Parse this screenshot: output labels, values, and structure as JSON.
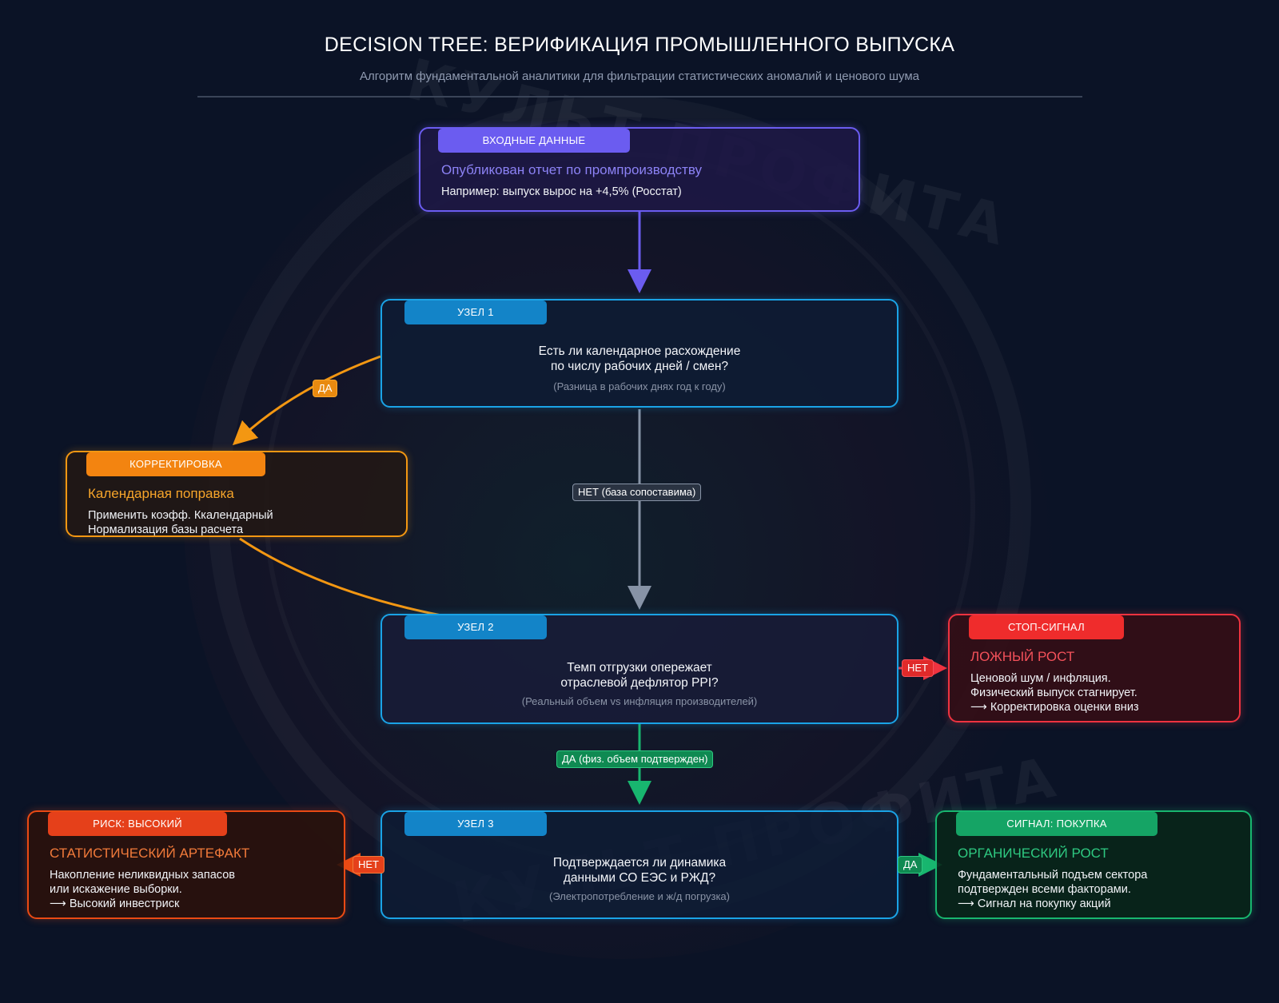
{
  "header": {
    "title": "DECISION TREE: ВЕРИФИКАЦИЯ ПРОМЫШЛЕННОГО ВЫПУСКА",
    "subtitle": "Алгоритм фундаментальной аналитики для фильтрации статистических аномалий и ценового шума"
  },
  "watermark": {
    "top_text": "КУЛЬТ ПРОФИТА",
    "bottom_text": "КУЛЬТ ПРОФИТА"
  },
  "nodes": {
    "input": {
      "tag": "ВХОДНЫЕ ДАННЫЕ",
      "heading": "Опубликован отчет по промпроизводству",
      "description": "Например: выпуск вырос на +4,5% (Росстат)"
    },
    "node1": {
      "tag": "УЗЕЛ 1",
      "question": "Есть ли календарное расхождение\nпо числу рабочих дней / смен?",
      "note": "(Разница в рабочих днях год к году)"
    },
    "adjust": {
      "tag": "КОРРЕКТИРОВКА",
      "heading": "Календарная поправка",
      "description": "Применить коэфф. Ккалендарный\nНормализация базы расчета"
    },
    "node2": {
      "tag": "УЗЕЛ 2",
      "question": "Темп отгрузки опережает\nотраслевой дефлятор PPI?",
      "note": "(Реальный объем vs инфляция производителей)"
    },
    "stop": {
      "tag": "СТОП-СИГНАЛ",
      "heading": "ЛОЖНЫЙ РОСТ",
      "description": "Ценовой шум / инфляция.\nФизический выпуск стагнирует.\n⟶ Корректировка оценки вниз"
    },
    "node3": {
      "tag": "УЗЕЛ 3",
      "question": "Подтверждается ли динамика\nданными СО ЕЭС и РЖД?",
      "note": "(Электропотребление и ж/д погрузка)"
    },
    "risk": {
      "tag": "РИСК: ВЫСОКИЙ",
      "heading": "СТАТИСТИЧЕСКИЙ АРТЕФАКТ",
      "description": "Накопление неликвидных запасов\nили искажение выборки.\n⟶ Высокий инвестриск"
    },
    "buy": {
      "tag": "СИГНАЛ: ПОКУПКА",
      "heading": "ОРГАНИЧЕСКИЙ РОСТ",
      "description": "Фундаментальный подъем сектора\nподтвержден всеми факторами.\n⟶ Сигнал на покупку акций"
    }
  },
  "edge_labels": {
    "node1_yes": "ДА",
    "node1_no": "НЕТ (база сопоставима)",
    "node2_no": "НЕТ",
    "node2_yes": "ДА (физ. объем подтвержден)",
    "node3_no": "НЕТ",
    "node3_yes": "ДА"
  },
  "colors": {
    "background": "#0b1326",
    "input": "#6b5cf0",
    "node": "#1aa3e6",
    "adjust": "#f39712",
    "stop": "#ef3340",
    "risk": "#ea4a14",
    "buy": "#18b66f",
    "gray_edge": "#8793a6"
  }
}
